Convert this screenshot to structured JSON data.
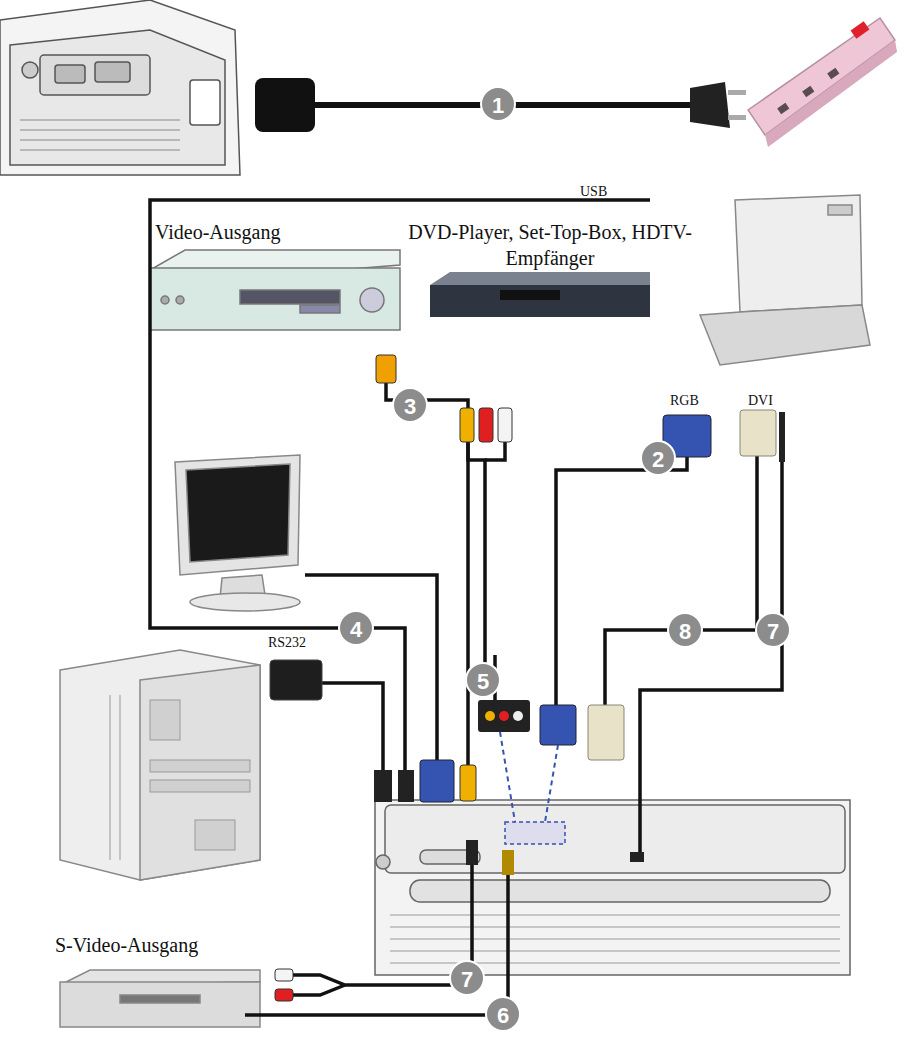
{
  "diagram": {
    "labels": [
      "1",
      "USB",
      "Video-Ausgang",
      "DVD-Player, Set-Top-Box, HDTV-Empfänger",
      "RGB",
      "DVI",
      "3",
      "2",
      "RS232",
      "4",
      "8",
      "7",
      "5",
      "S-Video-Ausgang",
      "7",
      "6"
    ]
  }
}
